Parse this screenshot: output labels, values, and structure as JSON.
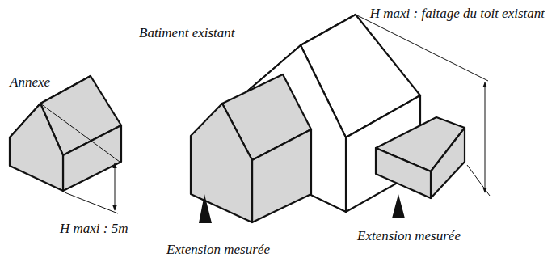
{
  "diagram": {
    "labels": [
      "Annexe",
      "Batiment existant",
      "H maxi : faitage du toit existant",
      "H maxi : 5m",
      "Extension mesurée",
      "Extension mesurée"
    ]
  }
}
